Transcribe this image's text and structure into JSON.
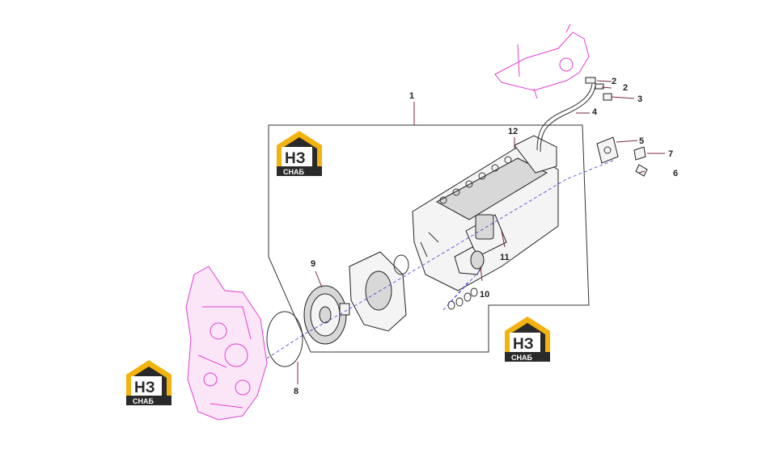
{
  "callouts": [
    "1",
    "2",
    "2",
    "3",
    "4",
    "5",
    "6",
    "7",
    "8",
    "9",
    "10",
    "11",
    "12"
  ],
  "logo": {
    "big": "НЗ",
    "small": "СНАБ",
    "color_yellow": "#f2b20f",
    "color_dark": "#2a2a2a"
  },
  "colors": {
    "engine_outline": "#e040d0",
    "axis_line": "#5050d0",
    "leader": "#7a2a3a"
  }
}
